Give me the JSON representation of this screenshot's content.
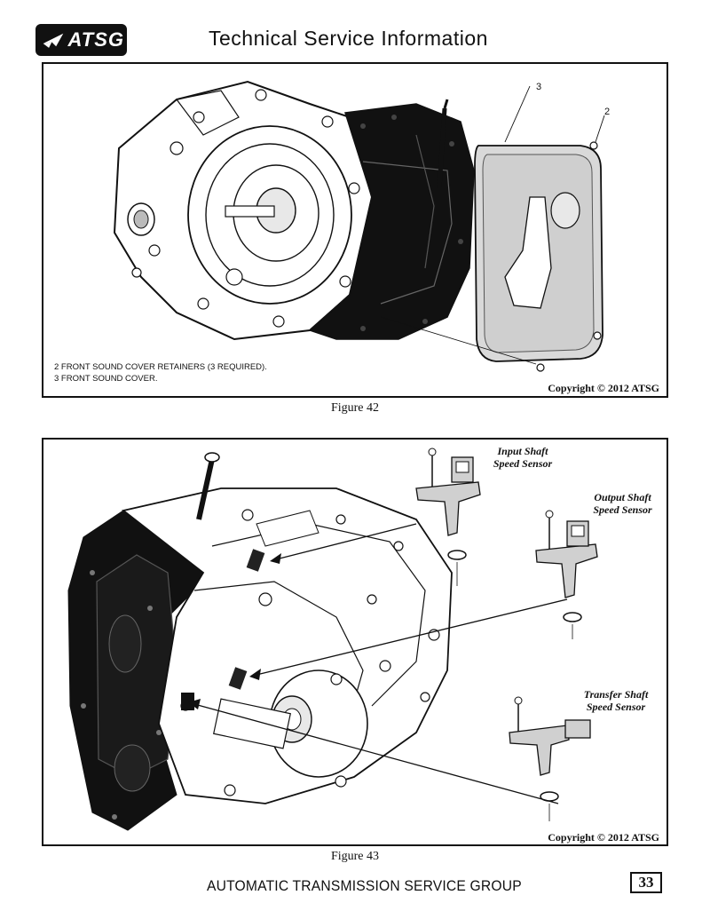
{
  "header": {
    "logo_text": "ATSG",
    "title": "Technical Service Information"
  },
  "figure42": {
    "callouts": [
      "3",
      "2"
    ],
    "legend": [
      "2  FRONT SOUND COVER RETAINERS  (3 REQUIRED).",
      "3  FRONT SOUND COVER."
    ],
    "copyright": "Copyright © 2012 ATSG",
    "caption": "Figure 42"
  },
  "figure43": {
    "sensors": [
      {
        "line1": "Input Shaft",
        "line2": "Speed Sensor"
      },
      {
        "line1": "Output Shaft",
        "line2": "Speed Sensor"
      },
      {
        "line1": "Transfer Shaft",
        "line2": "Speed Sensor"
      }
    ],
    "copyright": "Copyright © 2012 ATSG",
    "caption": "Figure 43"
  },
  "footer": {
    "text": "AUTOMATIC TRANSMISSION SERVICE GROUP",
    "page_number": "33"
  }
}
